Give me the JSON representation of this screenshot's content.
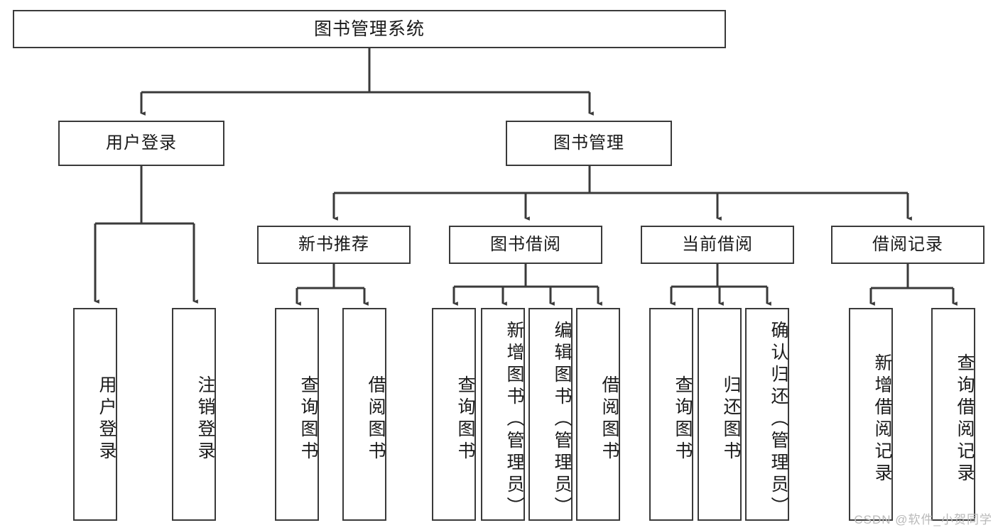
{
  "diagram": {
    "type": "tree-hierarchy",
    "title": "图书管理系统",
    "watermark": "CSDN @软件_小贺同学",
    "colors": {
      "background": "#ffffff",
      "border": "#3a3a3a",
      "text": "#1a1a1a",
      "edge": "#3a3a3a",
      "watermark": "#b9b9b9"
    },
    "nodes": {
      "root": {
        "label": "图书管理系统",
        "level": 0
      },
      "level1": [
        {
          "id": "user-login",
          "label": "用户登录"
        },
        {
          "id": "book-management",
          "label": "图书管理"
        }
      ],
      "level2": [
        {
          "id": "new-book-recommend",
          "label": "新书推荐",
          "parent": "book-management"
        },
        {
          "id": "book-borrow",
          "label": "图书借阅",
          "parent": "book-management"
        },
        {
          "id": "current-borrow",
          "label": "当前借阅",
          "parent": "book-management"
        },
        {
          "id": "borrow-record",
          "label": "借阅记录",
          "parent": "book-management"
        }
      ],
      "leaves": {
        "user-login": [
          {
            "id": "leaf-user-login",
            "label": "用户登录"
          },
          {
            "id": "leaf-user-logout",
            "label": "注销登录"
          }
        ],
        "new-book-recommend": [
          {
            "id": "leaf-query-book-1",
            "label": "查询图书"
          },
          {
            "id": "leaf-borrow-book-1",
            "label": "借阅图书"
          }
        ],
        "book-borrow": [
          {
            "id": "leaf-query-book-2",
            "label": "查询图书"
          },
          {
            "id": "leaf-add-book",
            "label": "新增图书（管理员）"
          },
          {
            "id": "leaf-edit-book",
            "label": "编辑图书（管理员）"
          },
          {
            "id": "leaf-borrow-book-2",
            "label": "借阅图书"
          }
        ],
        "current-borrow": [
          {
            "id": "leaf-query-book-3",
            "label": "查询图书"
          },
          {
            "id": "leaf-return-book",
            "label": "归还图书"
          },
          {
            "id": "leaf-confirm-return",
            "label": "确认归还（管理员）"
          }
        ],
        "borrow-record": [
          {
            "id": "leaf-add-record",
            "label": "新增借阅记录"
          },
          {
            "id": "leaf-query-record",
            "label": "查询借阅记录"
          }
        ]
      }
    }
  }
}
